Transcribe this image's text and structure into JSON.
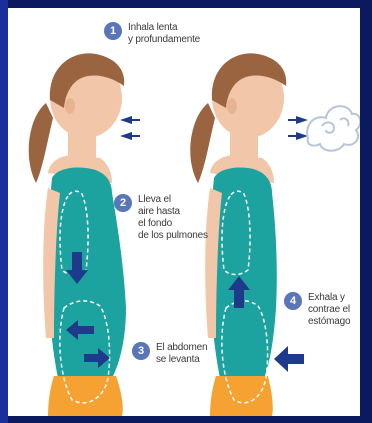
{
  "steps": [
    {
      "number": "1",
      "text": "Inhala lenta\ny profundamente"
    },
    {
      "number": "2",
      "text": "Lleva el\naire hasta\nel fondo\nde los pulmones"
    },
    {
      "number": "3",
      "text": "El abdomen\nse levanta"
    },
    {
      "number": "4",
      "text": "Exhala y\ncontrae el\nestómago"
    }
  ],
  "colors": {
    "frame": "#0b1a5e",
    "skin": "#f2c6a8",
    "hair": "#9a6440",
    "shirt": "#1ca3a0",
    "shorts": "#f5a233",
    "arrow": "#1e3a8a",
    "badge": "#5a75b8"
  },
  "icons": [
    "arrow-in-icon",
    "arrow-out-icon",
    "breath-cloud-icon",
    "arrow-down-icon",
    "arrow-up-icon",
    "arrow-left-icon",
    "arrow-right-icon"
  ]
}
